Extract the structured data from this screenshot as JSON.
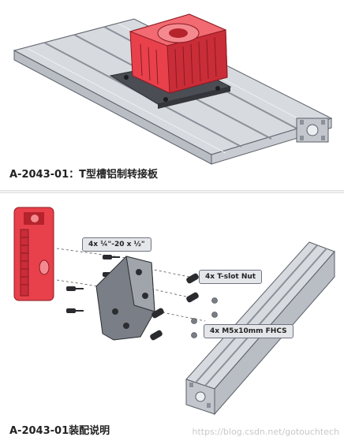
{
  "top_panel": {
    "caption": "A-2043-01：T型槽铝制转接板"
  },
  "bottom_panel": {
    "caption": "A-2043-01装配说明",
    "callouts": [
      "4x ¼\"-20 x ½\"",
      "4x T-slot Nut",
      "4x M5x10mm FHCS"
    ]
  },
  "watermark": "https://blog.csdn.net/gotouchtech",
  "colors": {
    "servo_red": "#e8414c",
    "servo_dark_red": "#b5232d",
    "extrusion_gray": "#d7dadf",
    "plate_gray": "#4a4d54"
  }
}
